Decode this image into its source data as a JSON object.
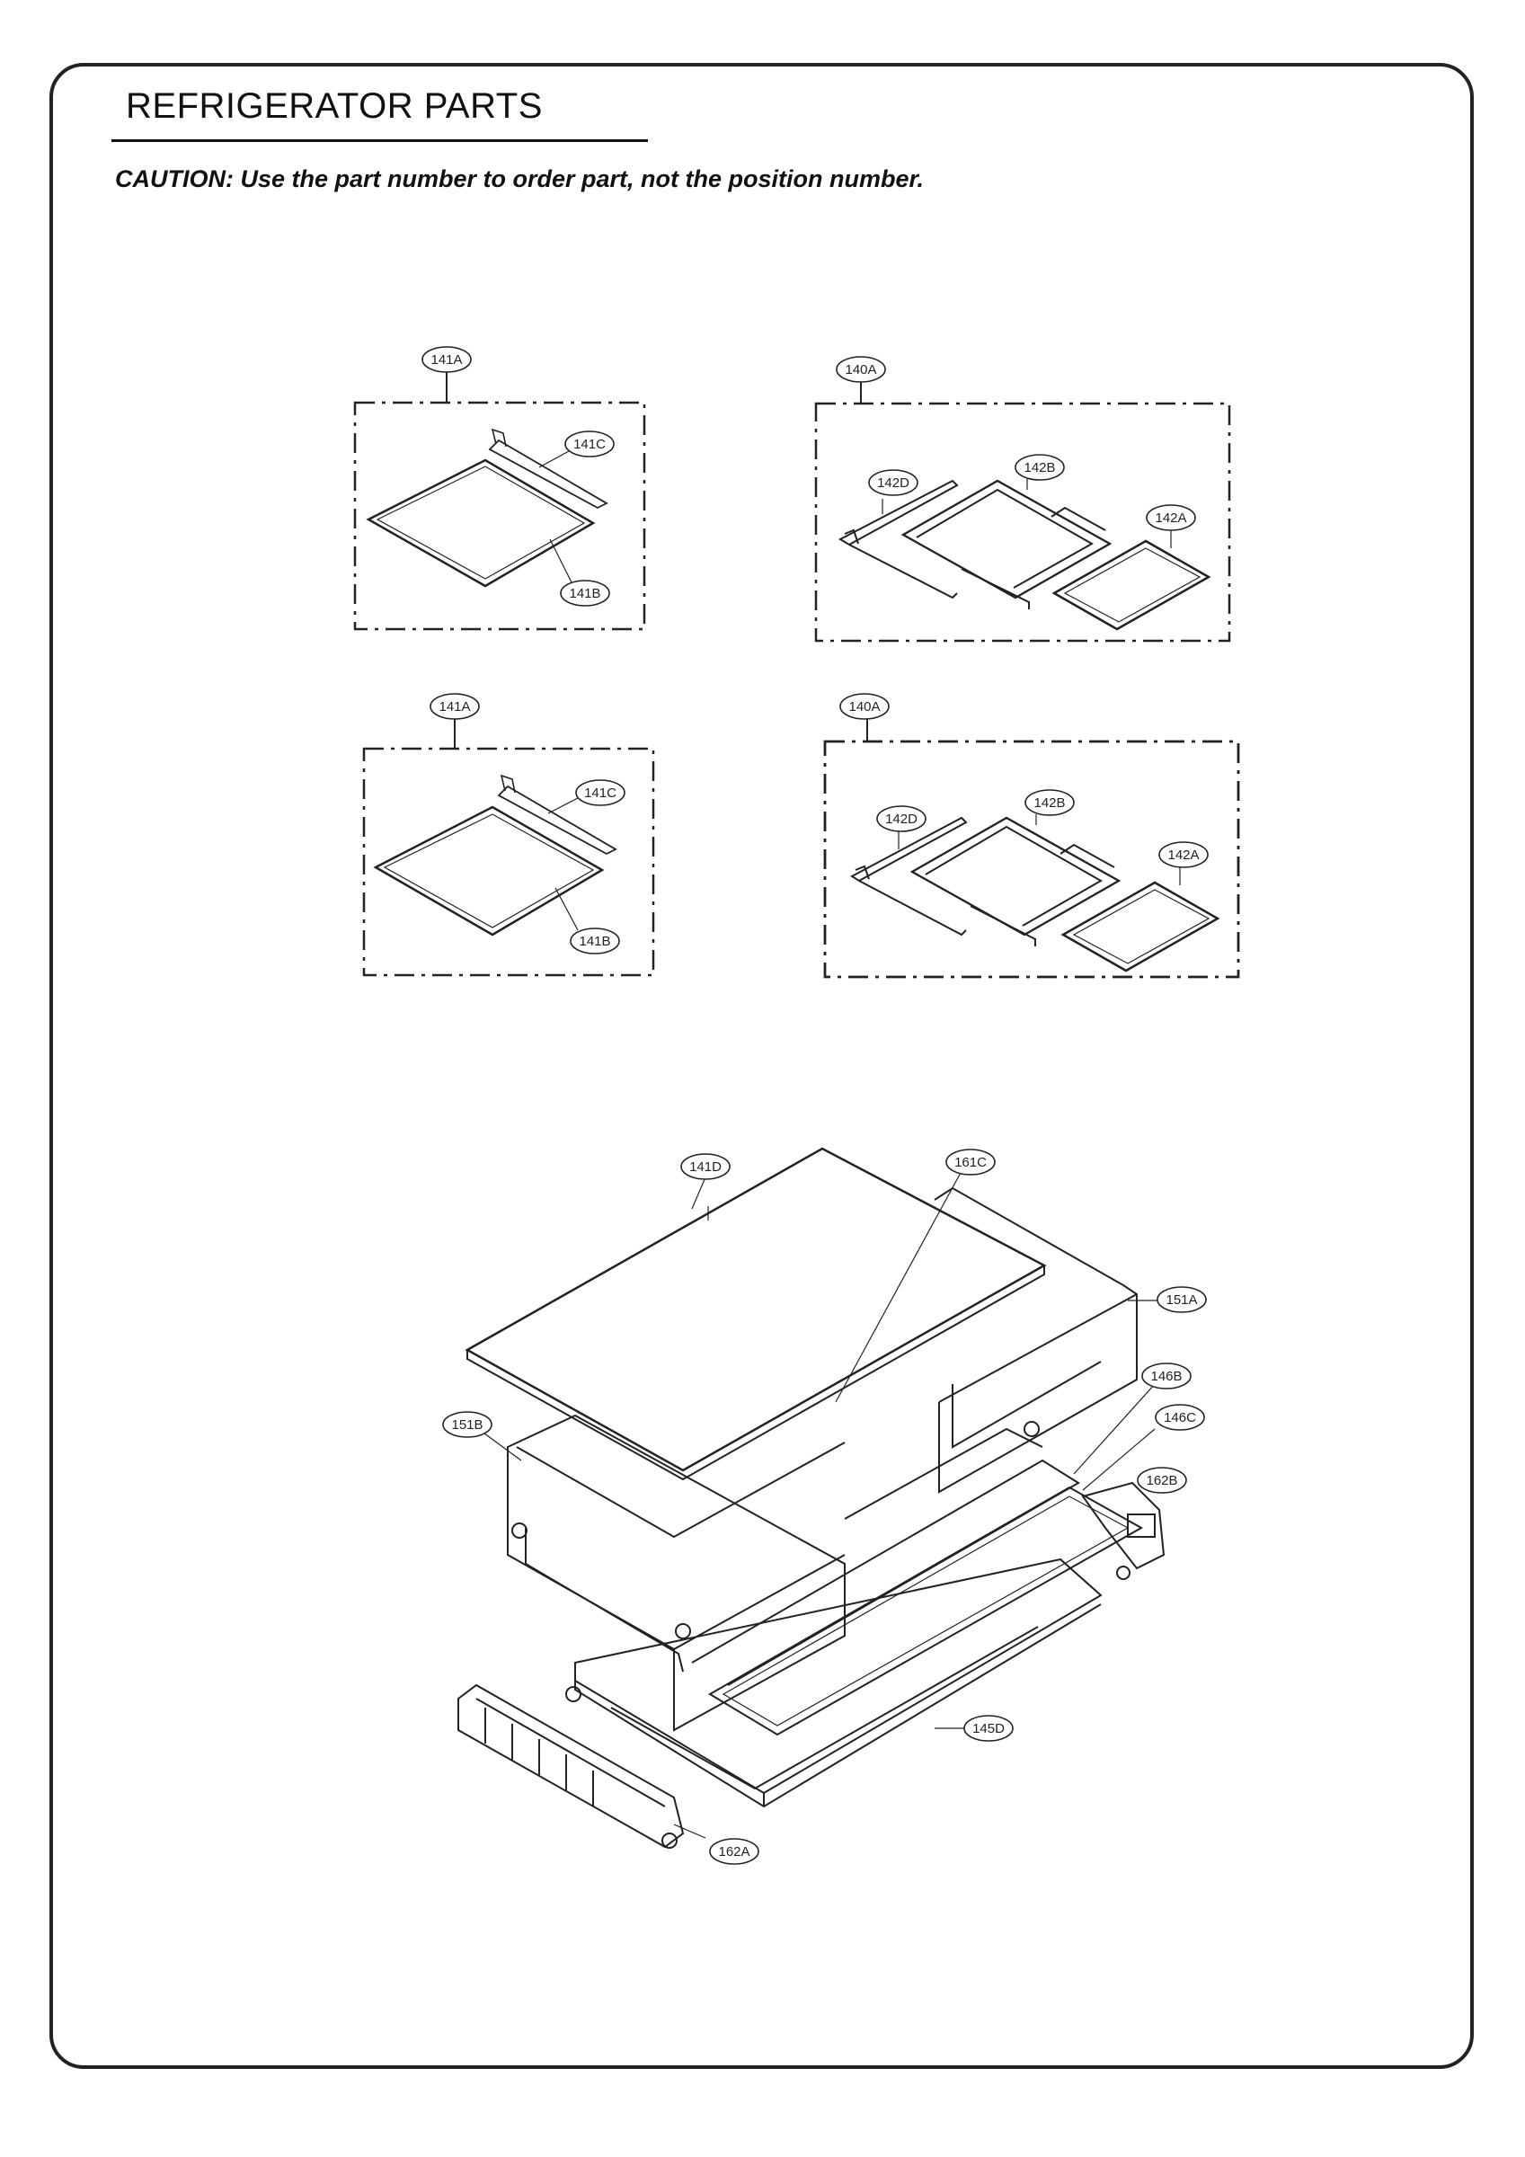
{
  "header": {
    "title": "REFRIGERATOR PARTS",
    "caution": "CAUTION: Use the part number to order part, not the position number."
  },
  "callouts": {
    "a141A": "141A",
    "a141C": "141C",
    "a141B": "141B",
    "b140A": "140A",
    "b142D": "142D",
    "b142B": "142B",
    "b142A": "142A",
    "c141A": "141A",
    "c141C": "141C",
    "c141B": "141B",
    "d140A": "140A",
    "d142D": "142D",
    "d142B": "142B",
    "d142A": "142A",
    "e141D": "141D",
    "e161C": "161C",
    "e151A": "151A",
    "e146B": "146B",
    "e146C": "146C",
    "e151B": "151B",
    "e162B": "162B",
    "e145D": "145D",
    "e162A": "162A"
  },
  "colors": {
    "line": "#222222",
    "background": "#ffffff"
  }
}
